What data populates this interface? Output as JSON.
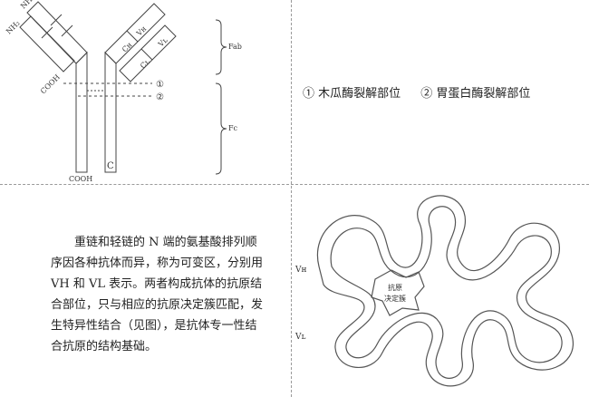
{
  "antibody_diagram": {
    "labels": {
      "nh2_left": "NH₂",
      "nh2_top": "NH₂",
      "cooh_light": "COOH",
      "cooh_heavy": "COOH",
      "vh": "Vʜ",
      "ch": "Cʜ",
      "vl": "Vʟ",
      "cl": "Cʟ",
      "fab": "Fab",
      "fc": "Fc",
      "site1": "①",
      "site2": "②",
      "c_mark": "C"
    }
  },
  "cleavage_sites": {
    "papain": "① 木瓜酶裂解部位",
    "pepsin": "② 胃蛋白酶裂解部位"
  },
  "description": {
    "line1": "重链和轻链的 N 端的氨基酸排列顺序因各种抗体而异，称为可变区，分别用 VH 和 VL 表示。两者构成抗体的抗原结合部位，只与相应的抗原决定簇匹配，发生特异性结合（见图），是抗体专一性结合抗原的结构基础。"
  },
  "binding_diagram": {
    "vh_label": "Vʜ",
    "vl_label": "Vʟ",
    "antigen_line1": "抗原",
    "antigen_line2": "决定簇"
  }
}
